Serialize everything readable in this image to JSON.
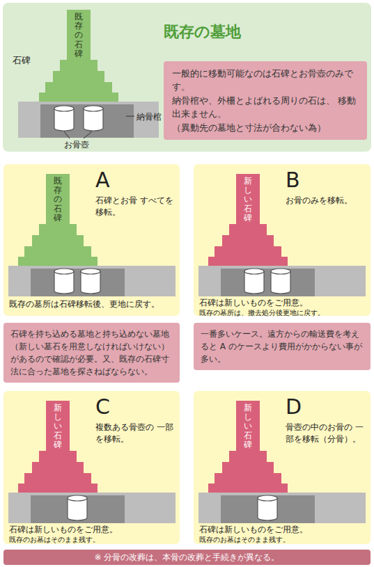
{
  "diagram": {
    "nodes": [
      {
        "text": [
          "既存の墓地"
        ]
      },
      {
        "text": [
          "既存の石碑"
        ],
        "in": 0
      },
      {
        "text": [
          "一般的に移動可能なのは石碑とお骨壺のみです。",
          "納骨棺や、外柵とよばれる周りの石は、 移動出来ません。",
          "（異動先の墓地と寸法が合わない為）"
        ],
        "in": 0
      },
      {
        "text": [
          "A",
          "石碑とお骨 すべてを移転。",
          "既存の墓所は石碑移転後、更地に戻す。"
        ]
      },
      {
        "text": [
          "既存の石碑"
        ],
        "in": 3
      },
      {
        "text": [
          "石碑を持ち込める墓地と持ち込めない墓地（新しい墓石を用意しなければいけない）があるので確認が必要。又、既存の石碑寸法に合った墓地を探さねばならない。"
        ]
      },
      {
        "text": [
          "B",
          "お骨のみを移転。",
          "石碑は新しいものをご用意。",
          "既存の墓所は、撤去処分後更地に戻す。"
        ]
      },
      {
        "text": [
          "新しい石碑"
        ],
        "in": 6
      },
      {
        "text": [
          "一番多いケース。遠方からの輸送費を考えると A のケースより費用がかからない事が多い。"
        ]
      },
      {
        "text": [
          "C",
          "複数ある骨壺の 一部を移転。",
          "石碑は新しいものをご用意。",
          "既存のお墓はそのまま残す。"
        ]
      },
      {
        "text": [
          "新しい石碑"
        ],
        "in": 9
      },
      {
        "text": [
          "D",
          "骨壺の中のお骨の 一部を移転（分骨）。",
          "石碑は新しいものをご用意。",
          "既存のお墓はそのまま残す。"
        ]
      },
      {
        "text": [
          "新しい石碑"
        ],
        "in": 11
      },
      {
        "text": [
          "※ 分骨の改葬は、本骨の改葬と手続きが異なる。"
        ]
      }
    ],
    "labels": [
      "石碑",
      "納骨棺",
      "お骨壺"
    ]
  }
}
